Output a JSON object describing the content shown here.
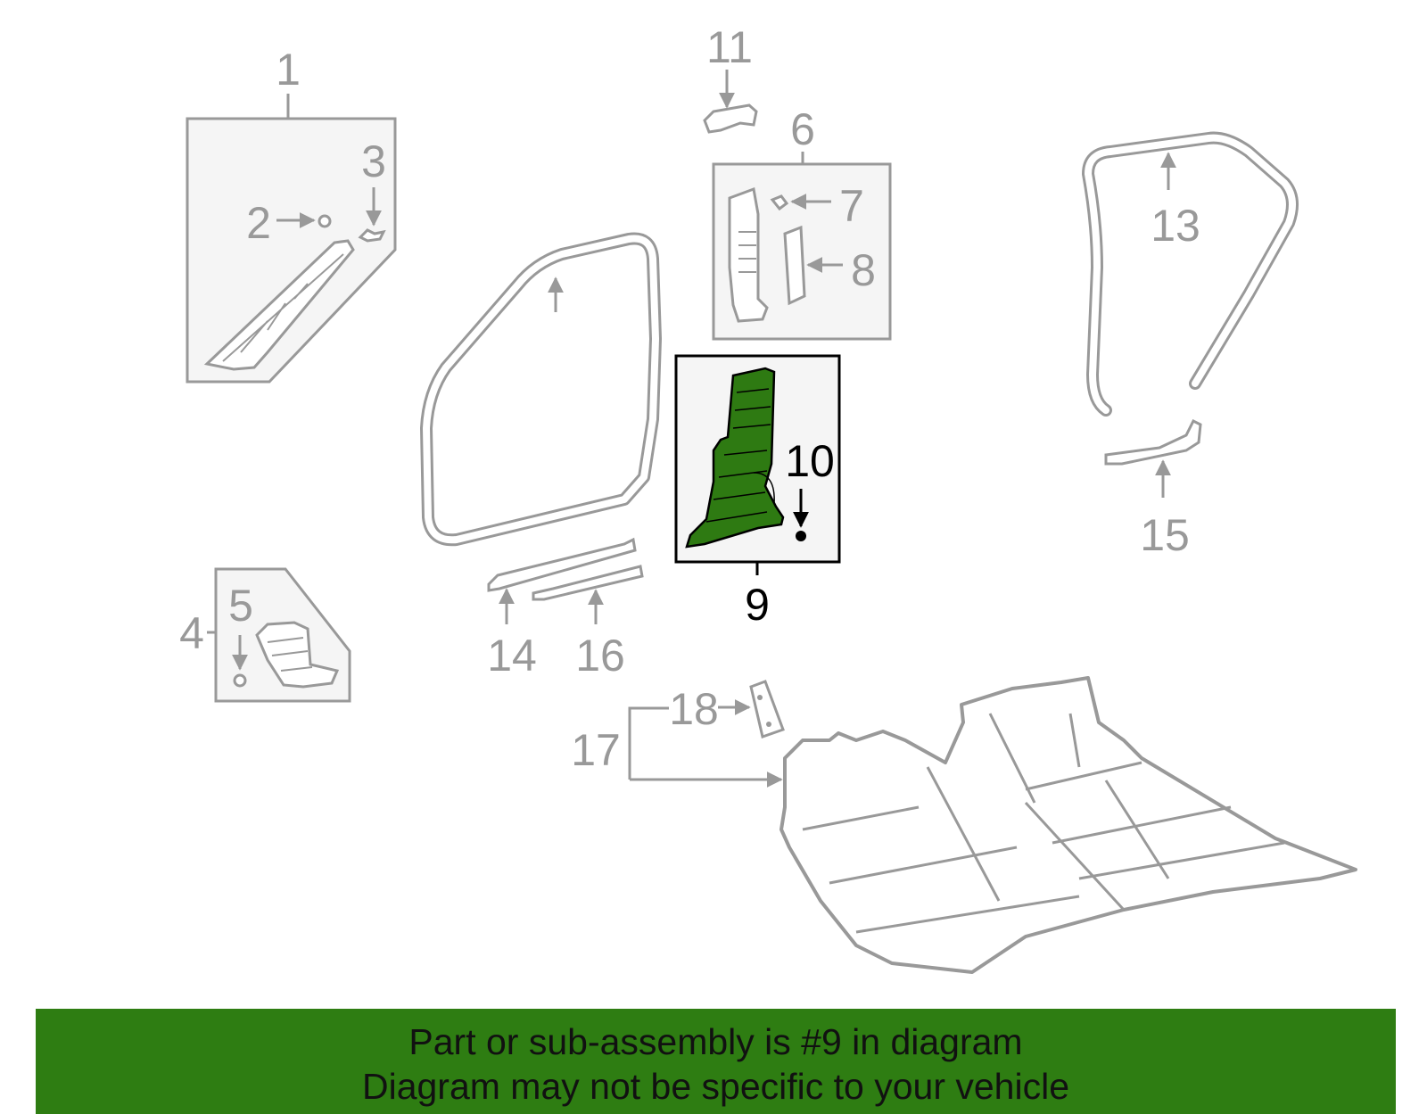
{
  "callouts": {
    "c1": "1",
    "c2": "2",
    "c3": "3",
    "c4": "4",
    "c5": "5",
    "c6": "6",
    "c7": "7",
    "c8": "8",
    "c9": "9",
    "c10": "10",
    "c11": "11",
    "c13": "13",
    "c14": "14",
    "c15": "15",
    "c16": "16",
    "c17": "17",
    "c18": "18"
  },
  "highlight": {
    "part": "9",
    "fill_color": "#2e7a12",
    "label_color": "#000000"
  },
  "colors": {
    "line": "#999999",
    "box_fill": "#f5f5f5",
    "banner": "#2e7d12"
  },
  "banner": {
    "line1": "Part or sub-assembly is #9 in diagram",
    "line2": "Diagram may not be specific to your vehicle"
  }
}
